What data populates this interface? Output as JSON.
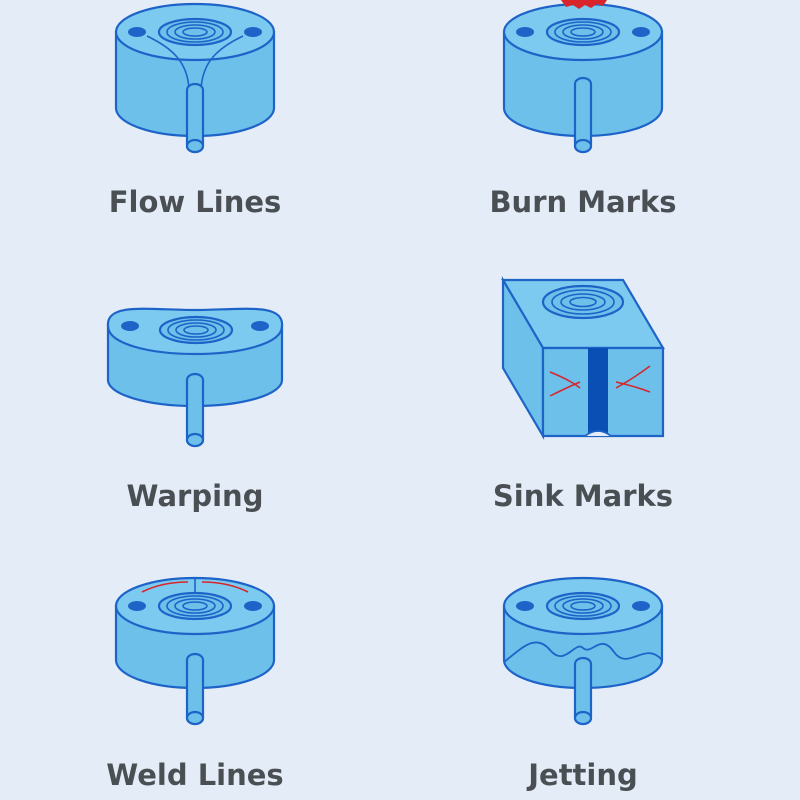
{
  "colors": {
    "background": "#e4edf7",
    "part_fill": "#6cc0ea",
    "part_top": "#7ccaef",
    "outline": "#1e63c8",
    "defect_red": "#d8242a",
    "sink_channel": "#0a4fb4",
    "label_text": "#4a4f54"
  },
  "defects": [
    {
      "id": "flow-lines",
      "label": "Flow Lines",
      "icon": "flow-lines-part-icon"
    },
    {
      "id": "burn-marks",
      "label": "Burn Marks",
      "icon": "burn-marks-part-icon"
    },
    {
      "id": "warping",
      "label": "Warping",
      "icon": "warping-part-icon"
    },
    {
      "id": "sink-marks",
      "label": "Sink Marks",
      "icon": "sink-marks-part-icon"
    },
    {
      "id": "weld-lines",
      "label": "Weld Lines",
      "icon": "weld-lines-part-icon"
    },
    {
      "id": "jetting",
      "label": "Jetting",
      "icon": "jetting-part-icon"
    }
  ]
}
